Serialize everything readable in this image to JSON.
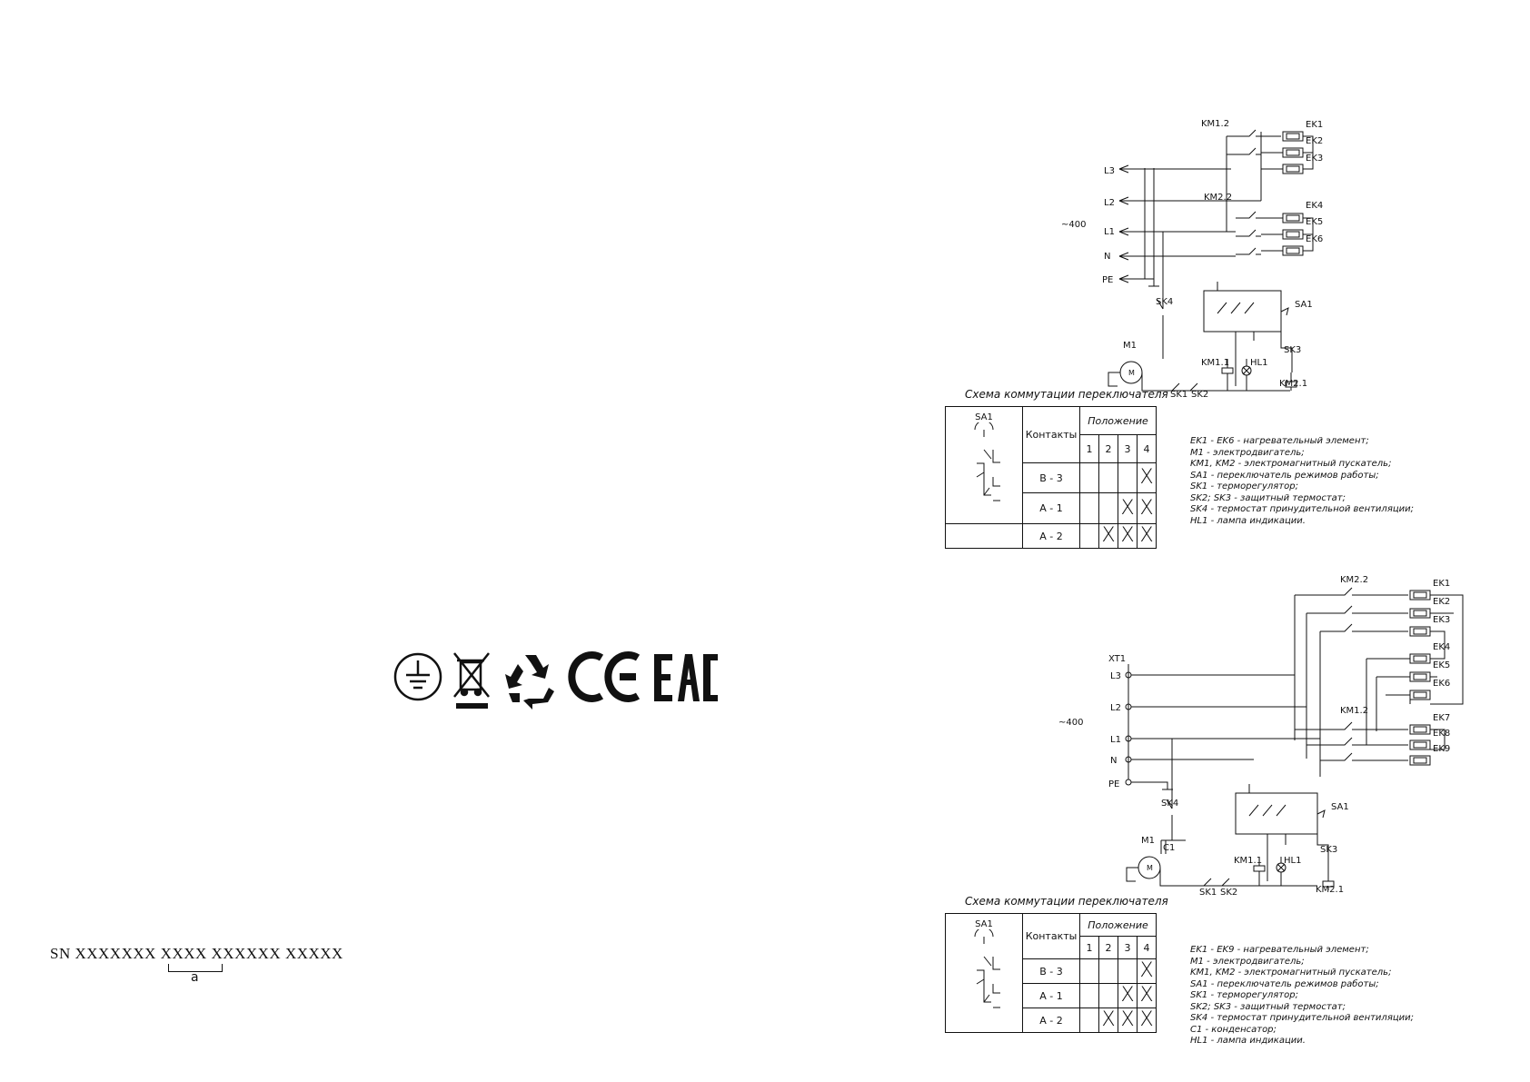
{
  "serial": {
    "text": "SN XXXXXXX XXXX XXXXXX XXXXX",
    "bracket_label": "a"
  },
  "marks": {
    "ce": "CE",
    "eac": "EAC"
  },
  "icons": [
    "protective-earth-icon",
    "weee-crossed-bin-icon",
    "recycle-icon",
    "ce-mark-icon",
    "eac-mark-icon"
  ],
  "scheme1": {
    "voltage": "~400",
    "phases": [
      "L3",
      "L2",
      "L1",
      "N",
      "PE"
    ],
    "heaters": [
      "EK1",
      "EK2",
      "EK3",
      "EK4",
      "EK5",
      "EK6"
    ],
    "contactors": [
      "KM1.2",
      "KM2.2"
    ],
    "components": {
      "sk4": "SK4",
      "sa1": "SA1",
      "m1": "M1",
      "km11": "KM1.1",
      "hl1": "HL1",
      "sk3": "SK3",
      "km21": "KM2.1",
      "sk1": "SK1",
      "sk2": "SK2"
    },
    "legend": [
      "EK1 - EK6 - нагревательный элемент;",
      "M1 - электродвигатель;",
      "KM1, KM2 - электромагнитный пускатель;",
      "SA1 - переключатель режимов работы;",
      "SK1 - терморегулятор;",
      "SK2; SK3  - защитный термостат;",
      "SK4 - термостат принудительной вентиляции;",
      "HL1 - лампа индикации."
    ],
    "switch_table": {
      "caption": "Схема коммутации переключателя",
      "sa_label": "SA1",
      "col_contacts": "Контакты",
      "col_position": "Положение",
      "positions": [
        "1",
        "2",
        "3",
        "4"
      ],
      "rows": [
        {
          "contact": "B - 3",
          "marks": [
            "",
            "",
            "",
            "X"
          ]
        },
        {
          "contact": "A - 1",
          "marks": [
            "",
            "",
            "X",
            "X"
          ]
        },
        {
          "contact": "A - 2",
          "marks": [
            "",
            "X",
            "X",
            "X"
          ]
        }
      ]
    }
  },
  "scheme2": {
    "voltage": "~400",
    "terminal": "XT1",
    "phases": [
      "L3",
      "L2",
      "L1",
      "N",
      "PE"
    ],
    "heaters": [
      "EK1",
      "EK2",
      "EK3",
      "EK4",
      "EK5",
      "EK6",
      "EK7",
      "EK8",
      "EK9"
    ],
    "contactors": [
      "KM2.2",
      "KM1.2"
    ],
    "components": {
      "sk4": "SK4",
      "sa1": "SA1",
      "c1": "C1",
      "m1": "M1",
      "km11": "KM1.1",
      "hl1": "HL1",
      "sk3": "SK3",
      "km21": "KM2.1",
      "sk1": "SK1",
      "sk2": "SK2"
    },
    "legend": [
      "EK1 - EK9 - нагревательный элемент;",
      "M1 - электродвигатель;",
      "KM1, KM2 - электромагнитный пускатель;",
      "SA1 - переключатель режимов работы;",
      "SK1 - терморегулятор;",
      "SK2; SK3  - защитный термостат;",
      "SK4 - термостат принудительной вентиляции;",
      "C1 - конденсатор;",
      "HL1 - лампа индикации."
    ],
    "switch_table": {
      "caption": "Схема коммутации переключателя",
      "sa_label": "SA1",
      "col_contacts": "Контакты",
      "col_position": "Положение",
      "positions": [
        "1",
        "2",
        "3",
        "4"
      ],
      "rows": [
        {
          "contact": "B - 3",
          "marks": [
            "",
            "",
            "",
            "X"
          ]
        },
        {
          "contact": "A - 1",
          "marks": [
            "",
            "",
            "X",
            "X"
          ]
        },
        {
          "contact": "A - 2",
          "marks": [
            "",
            "X",
            "X",
            "X"
          ]
        }
      ]
    }
  }
}
